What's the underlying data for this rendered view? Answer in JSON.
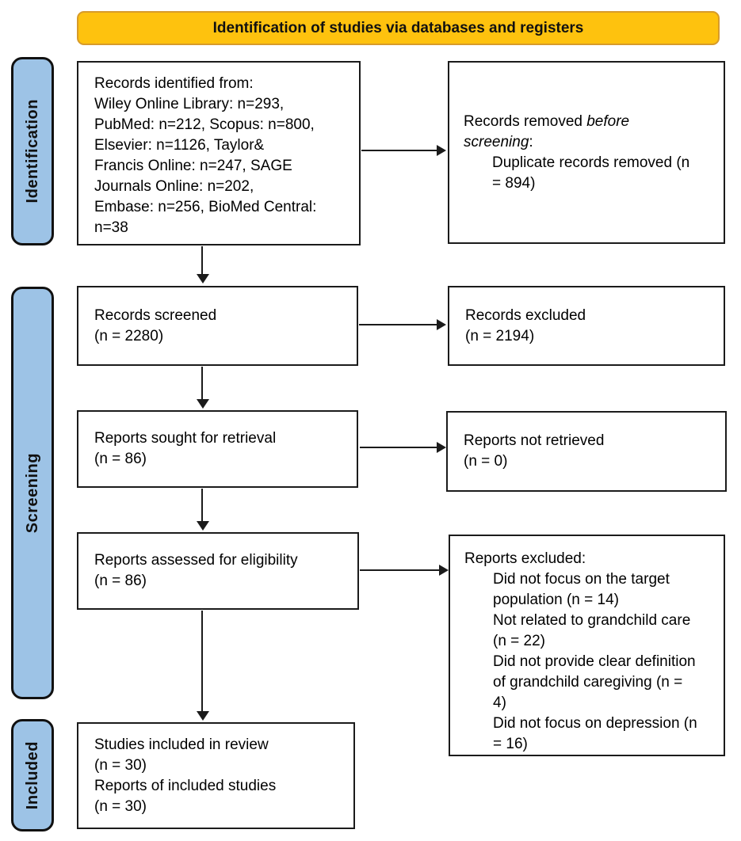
{
  "banner": {
    "label": "Identification of studies via databases and registers"
  },
  "palette": {
    "banner_fill": "#FEC20E",
    "banner_border": "#D79B2A",
    "stage_fill": "#9DC3E6",
    "box_border": "#1b1b1b",
    "arrow_color": "#1b1b1b"
  },
  "stages": {
    "identification": "Identification",
    "screening": "Screening",
    "included": "Included"
  },
  "boxes": {
    "records_identified": {
      "lines": [
        "Records identified from:",
        "Wiley Online Library: n=293,",
        "PubMed: n=212, Scopus: n=800,",
        "Elsevier: n=1126, Taylor&",
        "Francis Online: n=247, SAGE",
        "Journals Online: n=202,",
        "Embase: n=256, BioMed Central:",
        "n=38"
      ]
    },
    "records_removed": {
      "title_normal": "Records removed ",
      "title_italic_1": "before",
      "title_italic_2": "screening",
      "title_suffix": ":",
      "items": [
        "Duplicate records removed (n",
        "= 894)"
      ]
    },
    "records_screened": {
      "lines": [
        "Records screened",
        "(n = 2280)"
      ]
    },
    "records_excluded": {
      "lines": [
        "Records excluded",
        "(n = 2194)"
      ]
    },
    "reports_sought": {
      "lines": [
        "Reports sought for retrieval",
        "(n = 86)"
      ]
    },
    "reports_not_retrieved": {
      "lines": [
        "Reports not retrieved",
        "(n = 0)"
      ]
    },
    "reports_assessed": {
      "lines": [
        "Reports assessed for eligibility",
        "(n = 86)"
      ]
    },
    "reports_excluded": {
      "title": "Reports excluded:",
      "items": [
        "Did not focus on the target",
        "population (n = 14)",
        "Not related to grandchild care",
        "(n = 22)",
        "Did not provide clear definition",
        "of grandchild caregiving (n =",
        "4)",
        "Did not focus on depression (n",
        "= 16)"
      ]
    },
    "studies_included": {
      "lines": [
        "Studies included in review",
        "(n = 30)",
        "Reports of included studies",
        "(n = 30)"
      ]
    }
  }
}
